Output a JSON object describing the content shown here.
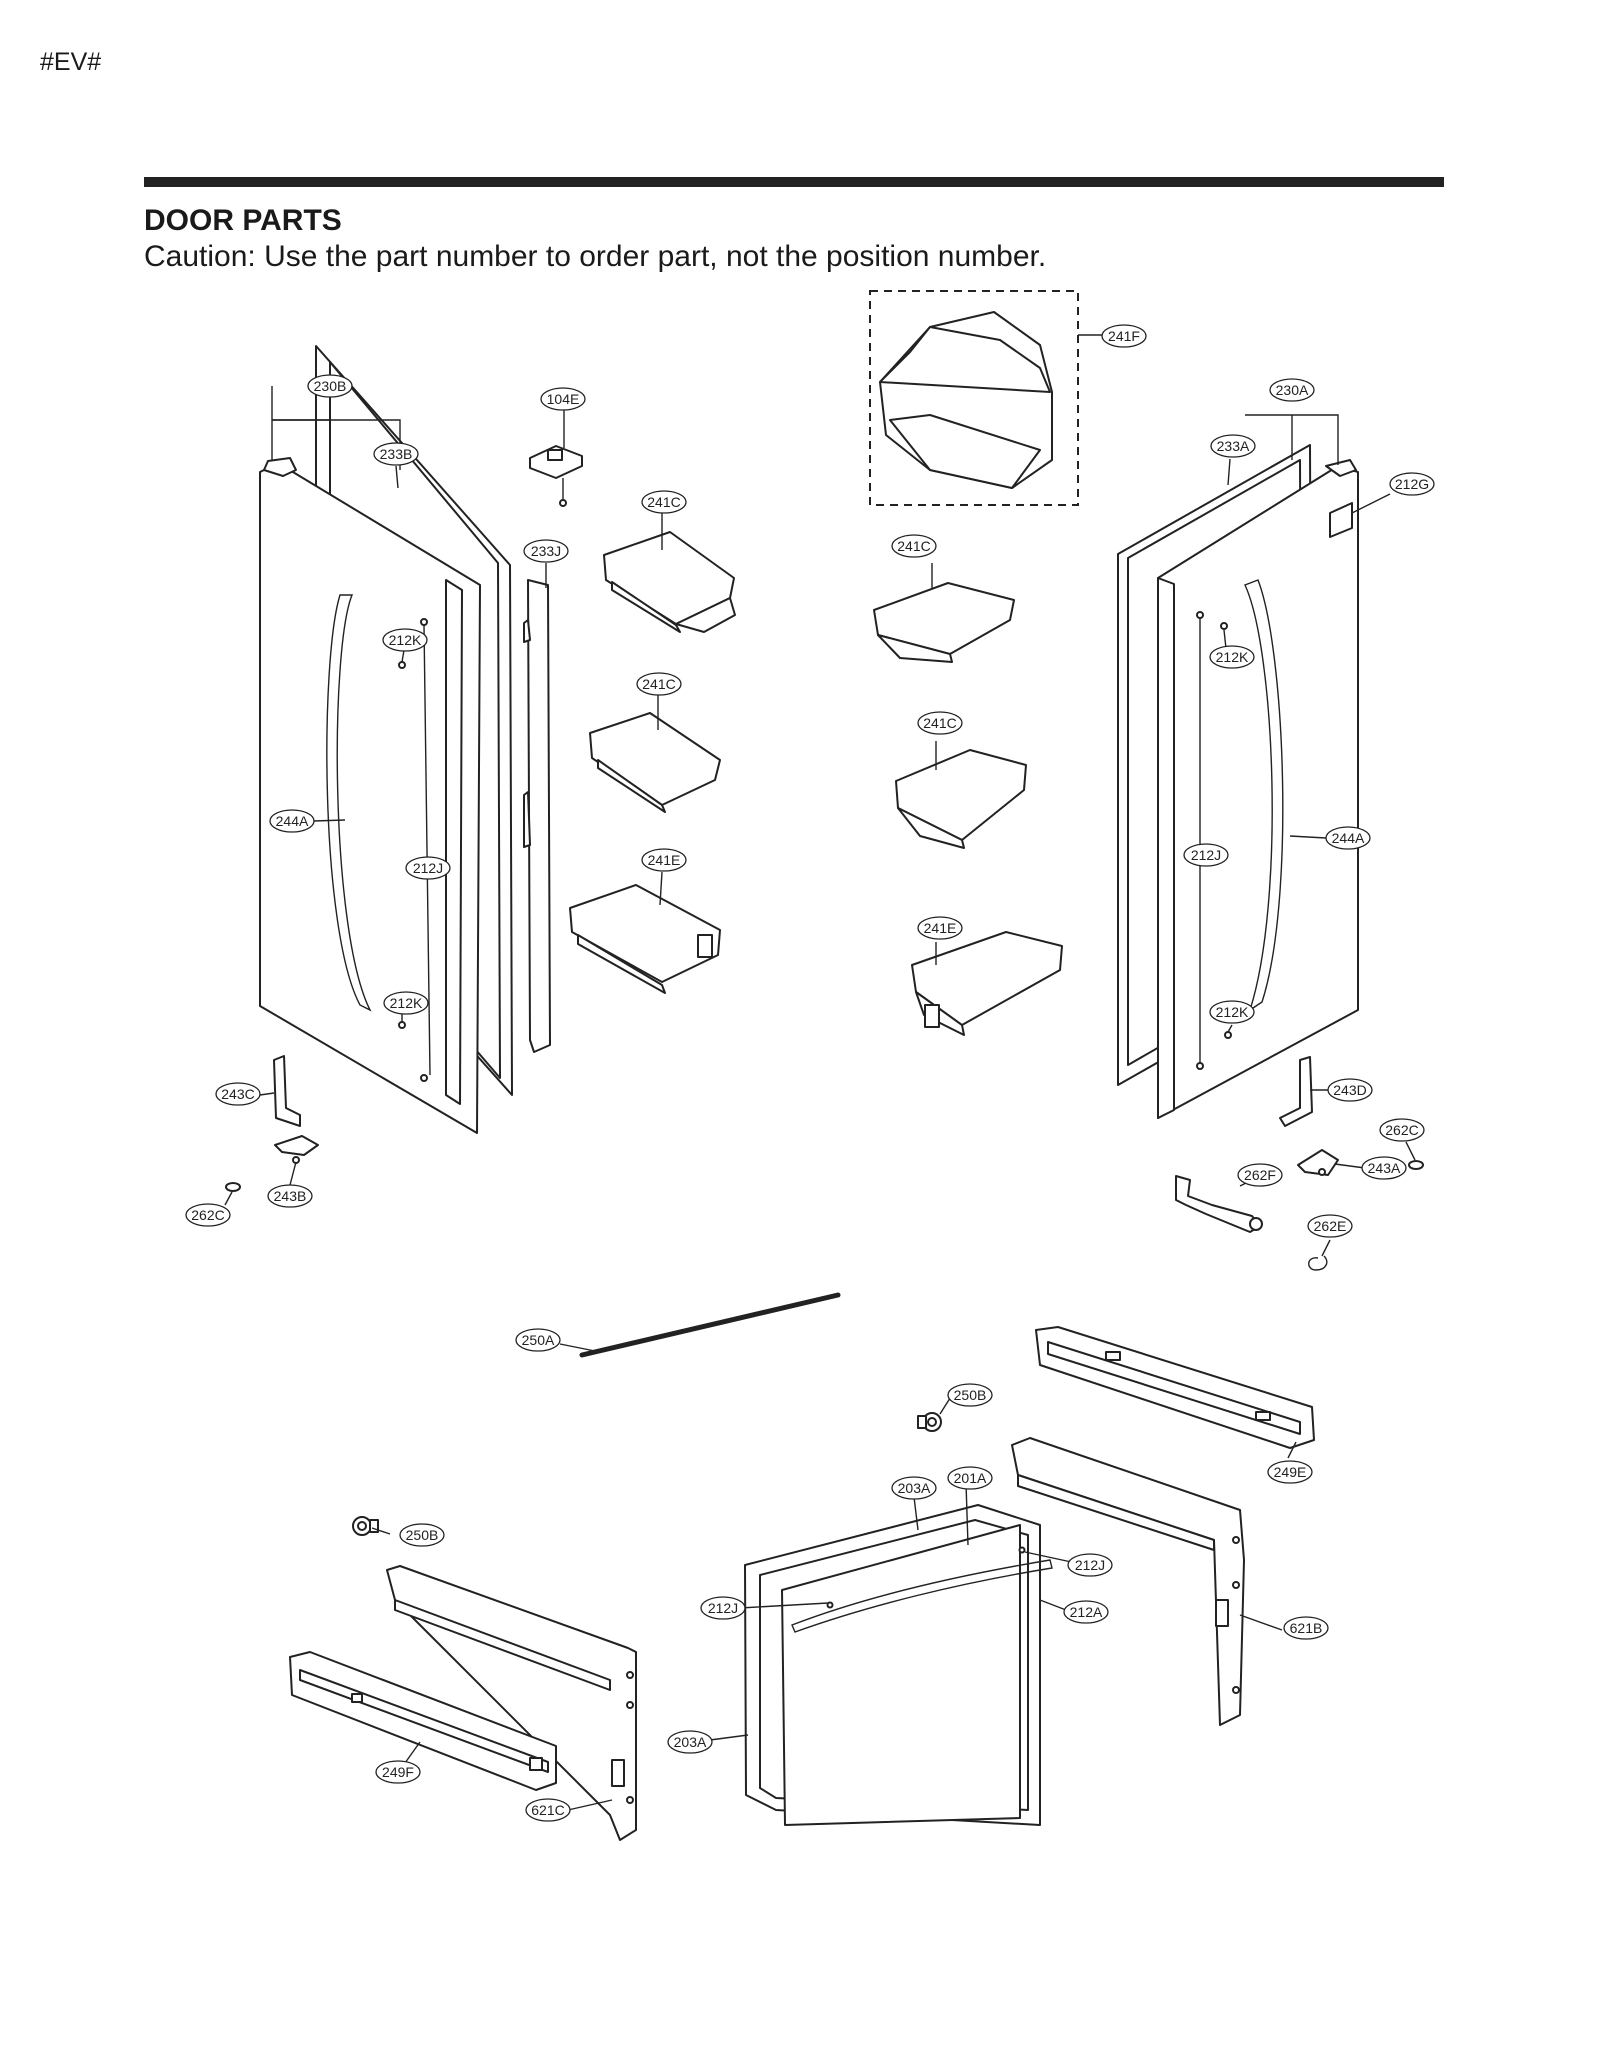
{
  "page_code": "#EV#",
  "section_title": "DOOR PARTS",
  "caution": "Caution: Use the part number to order part, not the position number.",
  "labels": {
    "l230B": "230B",
    "l233B": "233B",
    "l104E": "104E",
    "l233J": "233J",
    "l241C_1": "241C",
    "l241C_2": "241C",
    "l241C_3": "241C",
    "l241C_4": "241C",
    "l241E_1": "241E",
    "l241E_2": "241E",
    "l241F": "241F",
    "l230A": "230A",
    "l233A": "233A",
    "l212G": "212G",
    "l212K_1": "212K",
    "l212K_2": "212K",
    "l212K_3": "212K",
    "l212K_4": "212K",
    "l244A_1": "244A",
    "l244A_2": "244A",
    "l212J_1": "212J",
    "l212J_2": "212J",
    "l212J_3": "212J",
    "l212J_4": "212J",
    "l243C": "243C",
    "l243B": "243B",
    "l262C_1": "262C",
    "l262C_2": "262C",
    "l243D": "243D",
    "l243A": "243A",
    "l262F": "262F",
    "l262E": "262E",
    "l250A": "250A",
    "l250B_1": "250B",
    "l250B_2": "250B",
    "l249E": "249E",
    "l249F": "249F",
    "l203A_1": "203A",
    "l203A_2": "203A",
    "l201A": "201A",
    "l212A": "212A",
    "l621B": "621B",
    "l621C": "621C"
  }
}
